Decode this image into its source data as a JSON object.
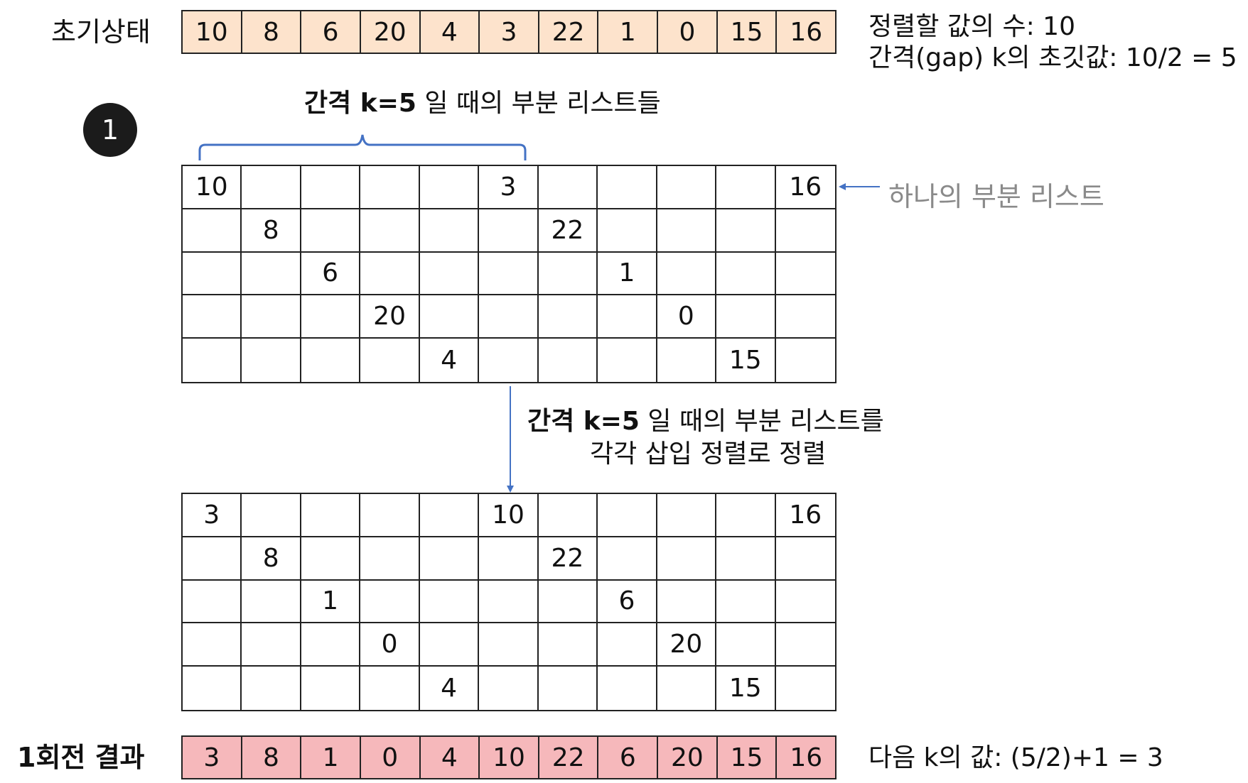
{
  "initial": {
    "label": "초기상태",
    "values": [
      "10",
      "8",
      "6",
      "20",
      "4",
      "3",
      "22",
      "1",
      "0",
      "15",
      "16"
    ],
    "info_line1": "정렬할 값의 수: 10",
    "info_line2": "간격(gap) k의 초깃값: 10/2 = 5"
  },
  "step": {
    "badge": "1",
    "brace_title_bold": "간격 k=5",
    "brace_title_rest": " 일 때의 부분 리스트들",
    "sublist_note": "하나의 부분 리스트",
    "sort_caption_bold": "간격 k=5",
    "sort_caption_rest": " 일 때의 부분 리스트를",
    "sort_caption_line2": "각각 삽입 정렬로 정렬"
  },
  "grid_before": [
    {
      "row": 0,
      "col": 0,
      "value": "10"
    },
    {
      "row": 0,
      "col": 5,
      "value": "3"
    },
    {
      "row": 0,
      "col": 10,
      "value": "16"
    },
    {
      "row": 1,
      "col": 1,
      "value": "8"
    },
    {
      "row": 1,
      "col": 6,
      "value": "22"
    },
    {
      "row": 2,
      "col": 2,
      "value": "6"
    },
    {
      "row": 2,
      "col": 7,
      "value": "1"
    },
    {
      "row": 3,
      "col": 3,
      "value": "20"
    },
    {
      "row": 3,
      "col": 8,
      "value": "0"
    },
    {
      "row": 4,
      "col": 4,
      "value": "4"
    },
    {
      "row": 4,
      "col": 9,
      "value": "15"
    }
  ],
  "grid_after": [
    {
      "row": 0,
      "col": 0,
      "value": "3"
    },
    {
      "row": 0,
      "col": 5,
      "value": "10"
    },
    {
      "row": 0,
      "col": 10,
      "value": "16"
    },
    {
      "row": 1,
      "col": 1,
      "value": "8"
    },
    {
      "row": 1,
      "col": 6,
      "value": "22"
    },
    {
      "row": 2,
      "col": 2,
      "value": "1"
    },
    {
      "row": 2,
      "col": 7,
      "value": "6"
    },
    {
      "row": 3,
      "col": 3,
      "value": "0"
    },
    {
      "row": 3,
      "col": 8,
      "value": "20"
    },
    {
      "row": 4,
      "col": 4,
      "value": "4"
    },
    {
      "row": 4,
      "col": 9,
      "value": "15"
    }
  ],
  "result": {
    "label": "1회전 결과",
    "values": [
      "3",
      "8",
      "1",
      "0",
      "4",
      "10",
      "22",
      "6",
      "20",
      "15",
      "16"
    ],
    "next_k": "다음 k의 값: (5/2)+1 = 3"
  },
  "colors": {
    "initial_fill": "#fde3cc",
    "result_fill": "#f6b8bb",
    "accent_blue": "#4472c4",
    "note_gray": "#8a8a8a"
  }
}
